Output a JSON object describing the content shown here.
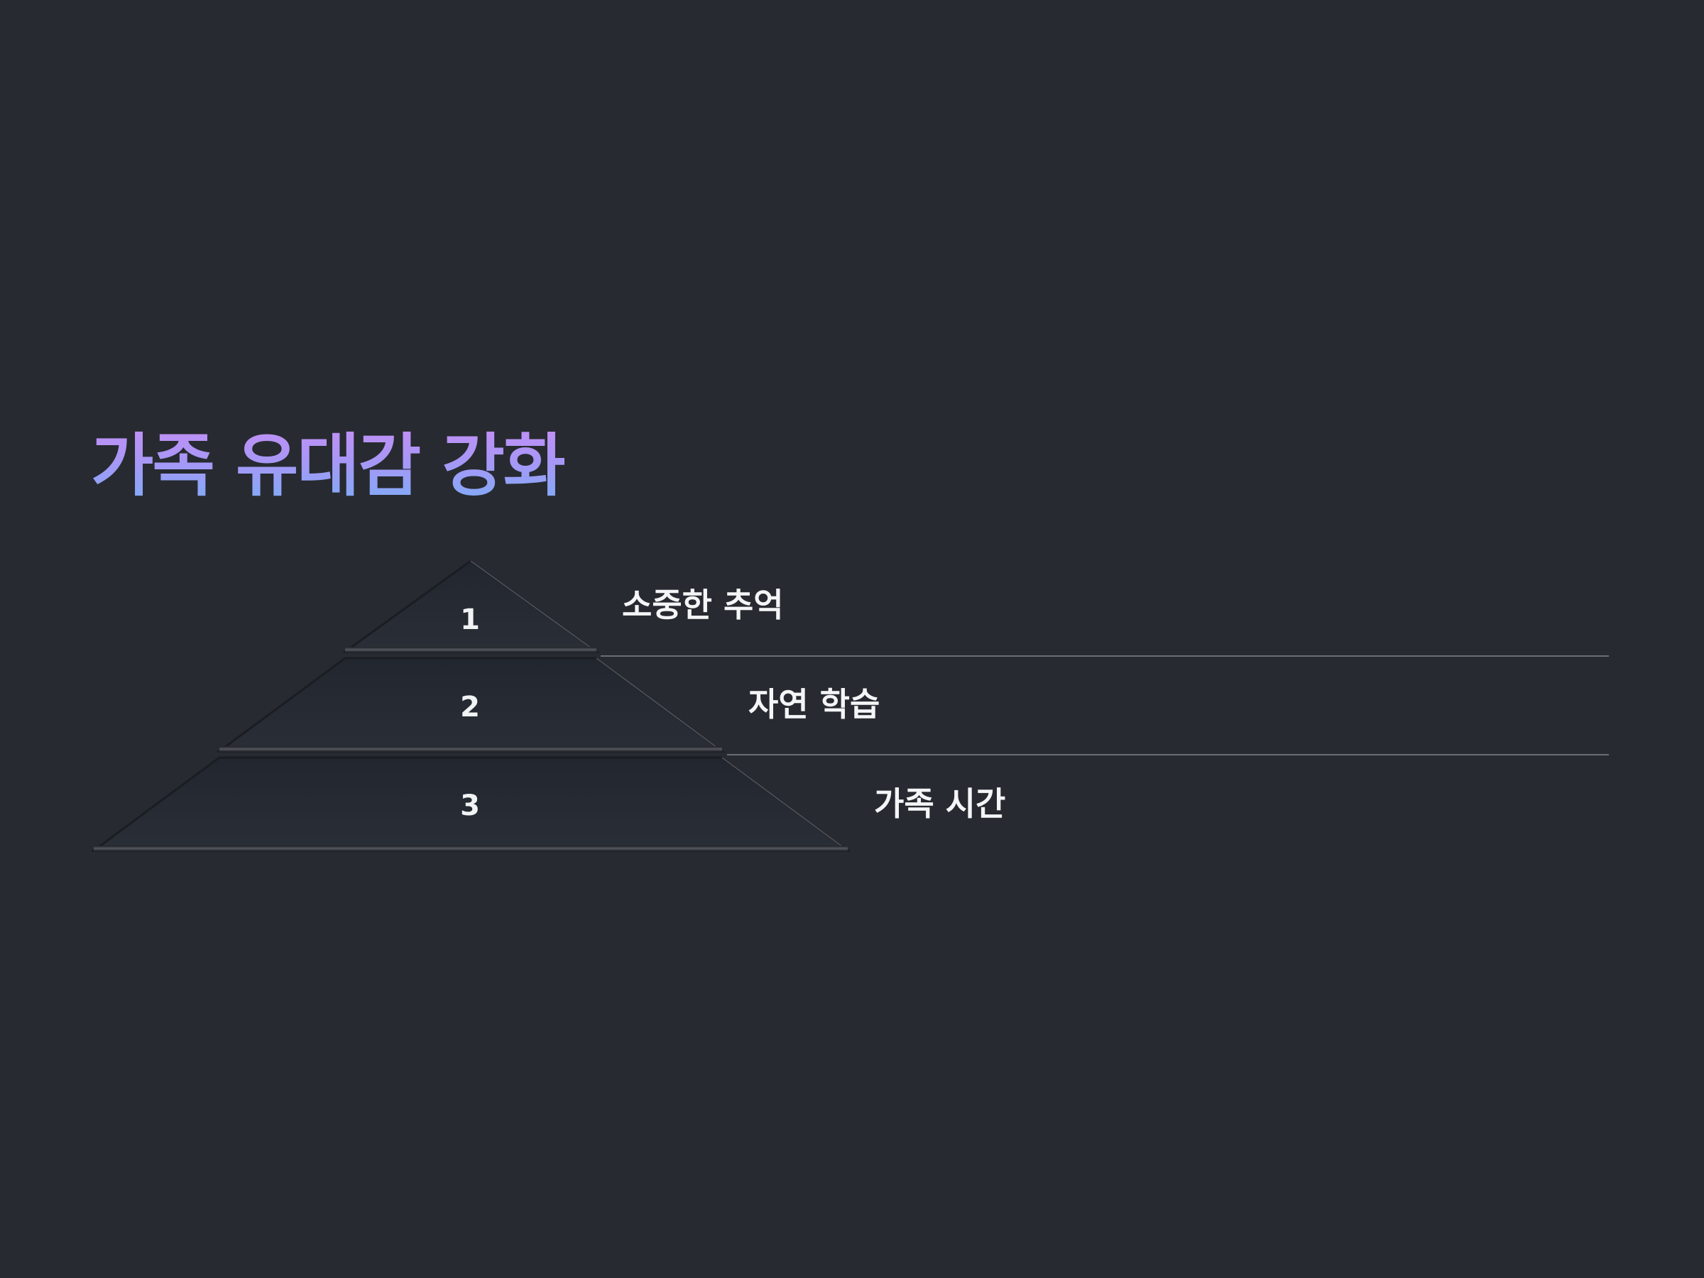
{
  "title": "가족 유대감 강화",
  "colors": {
    "background": "#272a30",
    "title_gradient_start": "#c58ff5",
    "title_gradient_end": "#7aaef8",
    "tier_fill": "#262a33",
    "divider": "#6b6e74",
    "text": "#f4f5f7"
  },
  "pyramid": {
    "tiers": [
      {
        "number": "1",
        "label": "소중한 추억"
      },
      {
        "number": "2",
        "label": "자연 학습"
      },
      {
        "number": "3",
        "label": "가족 시간"
      }
    ]
  }
}
